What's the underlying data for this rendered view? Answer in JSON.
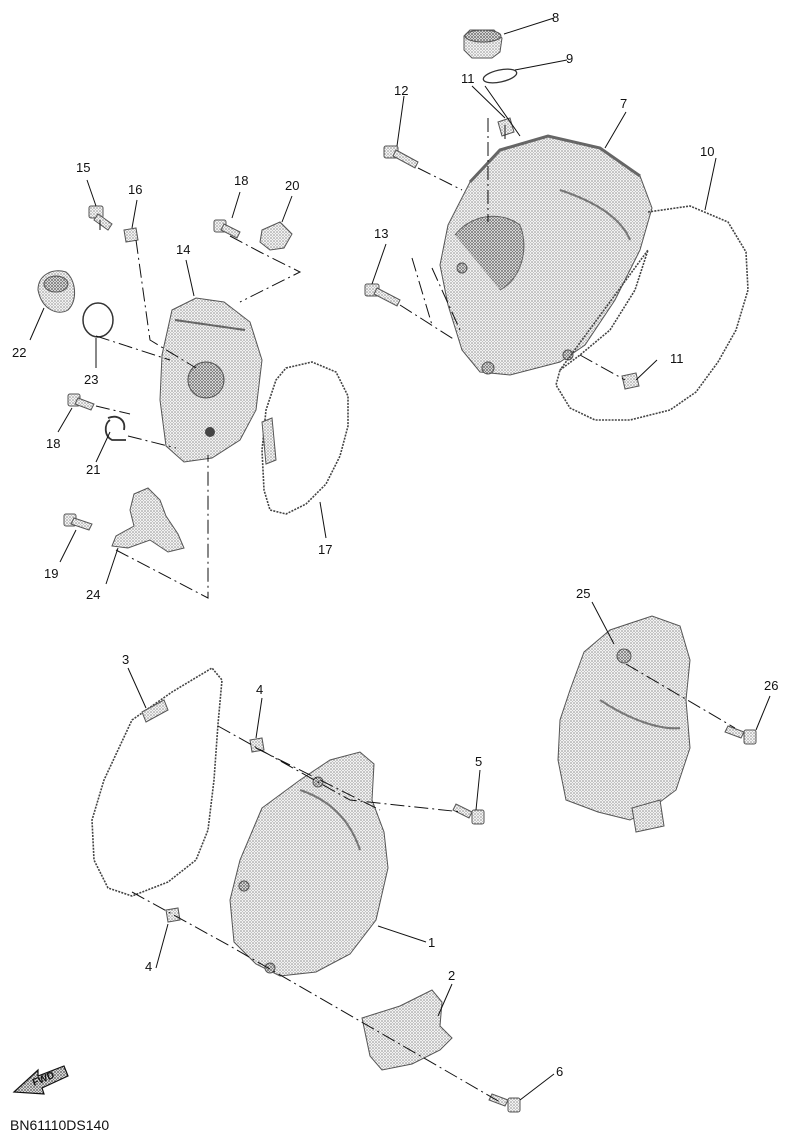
{
  "diagram": {
    "code": "BN61110DS140",
    "direction_badge": "FWD",
    "callouts": {
      "c1": "1",
      "c2": "2",
      "c3": "3",
      "c4a": "4",
      "c4b": "4",
      "c5": "5",
      "c6": "6",
      "c7": "7",
      "c8": "8",
      "c9": "9",
      "c10": "10",
      "c11a": "11",
      "c11b": "11",
      "c12": "12",
      "c13": "13",
      "c14": "14",
      "c15": "15",
      "c16": "16",
      "c17": "17",
      "c18a": "18",
      "c18b": "18",
      "c19": "19",
      "c20": "20",
      "c21": "21",
      "c22": "22",
      "c23": "23",
      "c24": "24",
      "c25": "25",
      "c26": "26"
    }
  }
}
